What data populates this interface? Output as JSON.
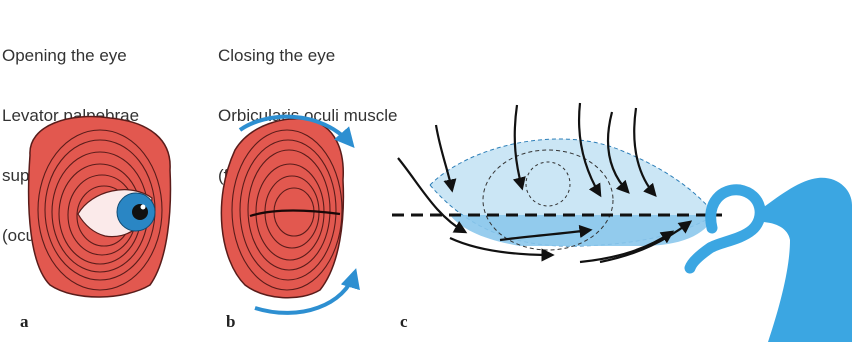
{
  "panels": [
    {
      "letter": "a",
      "caption_lines": [
        "Opening the eye",
        "Levator palpebrae",
        "superioris muscle",
        "(oculomotor nerve)"
      ]
    },
    {
      "letter": "b",
      "caption_lines": [
        "Closing the eye",
        "Orbicularis oculi muscle",
        "(facial nerve)"
      ]
    },
    {
      "letter": "c",
      "caption_lines": []
    }
  ],
  "colors": {
    "muscle": "#e2584f",
    "muscle_line": "#5a1c1a",
    "arrow_blue": "#2d8fd1",
    "tear_fill": "#cbe6f5",
    "tear_dark": "#8cc8ec",
    "duct_blue": "#3ba6e2",
    "iris": "#2a86c4"
  }
}
